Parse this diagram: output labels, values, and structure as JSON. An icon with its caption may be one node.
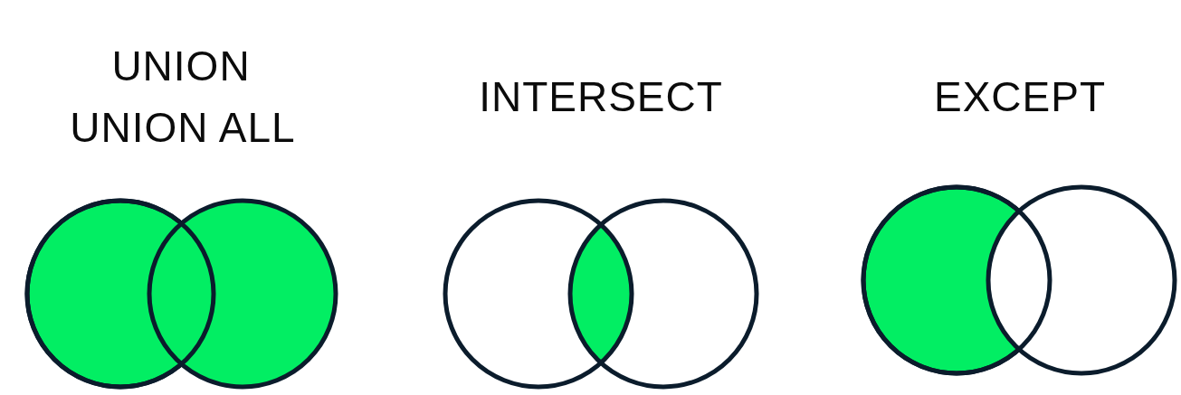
{
  "diagram": {
    "labels": [
      "UNION",
      "UNION ALL",
      "INTERSECT",
      "EXCEPT"
    ]
  }
}
